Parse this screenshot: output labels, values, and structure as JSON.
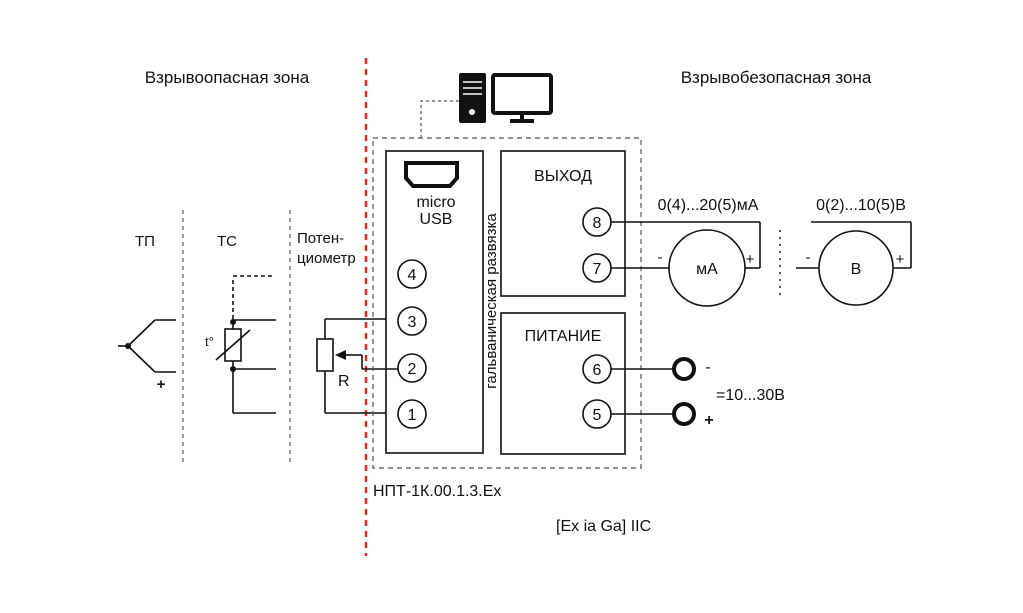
{
  "zones": {
    "hazardous": "Взрывоопасная зона",
    "safe": "Взрывобезопасная зона"
  },
  "sensors": {
    "tp": "ТП",
    "tc": "ТС",
    "pot_line1": "Потен-",
    "pot_line2": "циометр",
    "tp_plus": "+",
    "tc_symbol": "t°",
    "r_label": "R"
  },
  "device": {
    "usb_line1": "micro",
    "usb_line2": "USB",
    "isolation": "гальваническая развязка",
    "output_title": "ВЫХОД",
    "power_title": "ПИТАНИЕ",
    "model": "НПТ-1К.00.1.3.Ex",
    "marking": "[Ex ia Ga] IIC"
  },
  "terminals": {
    "t1": "1",
    "t2": "2",
    "t3": "3",
    "t4": "4",
    "t5": "5",
    "t6": "6",
    "t7": "7",
    "t8": "8"
  },
  "outputs": {
    "current_range": "0(4)...20(5)мА",
    "voltage_range": "0(2)...10(5)В",
    "ma_meter": "мА",
    "v_meter": "В",
    "ma_minus": "-",
    "ma_plus": "+",
    "v_minus": "-",
    "v_plus": "+"
  },
  "power": {
    "minus": "-",
    "plus": "+",
    "voltage": "=10...30В"
  },
  "colors": {
    "barrier": "#e0252b",
    "line": "#111111",
    "dashed": "#555555"
  }
}
